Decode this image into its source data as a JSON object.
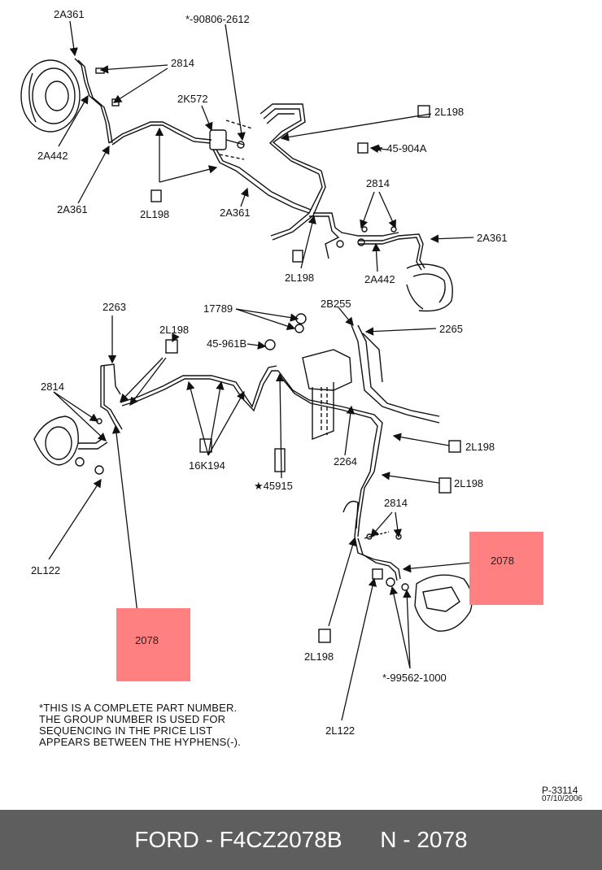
{
  "labels": {
    "2A361": "2A361",
    "90806": "*-90806-2612",
    "2814": "2814",
    "2K572": "2K572",
    "2L198": "2L198",
    "2A442": "2A442",
    "45904A": "★ 45-904A",
    "17789": "17789",
    "2B255": "2B255",
    "2263": "2263",
    "2265": "2265",
    "45961B": "45-961B",
    "16K194": "16K194",
    "45915": "★45915",
    "2264": "2264",
    "2L122": "2L122",
    "99562": "*-99562-1000",
    "2078": "2078"
  },
  "note_lines": [
    "*THIS IS A COMPLETE PART NUMBER.",
    "THE GROUP NUMBER IS USED FOR",
    "SEQUENCING IN THE PRICE LIST",
    "APPEARS BETWEEN THE HYPHENS(-)."
  ],
  "ref": {
    "code": "P-33114",
    "date": "07/10/2006"
  },
  "footer": {
    "brand_part": "FORD - F4CZ2078B",
    "n_part": "N - 2078"
  },
  "colors": {
    "highlight": "#ff8080",
    "footer_bg": "#5e5e5e",
    "footer_text": "#ffffff"
  }
}
